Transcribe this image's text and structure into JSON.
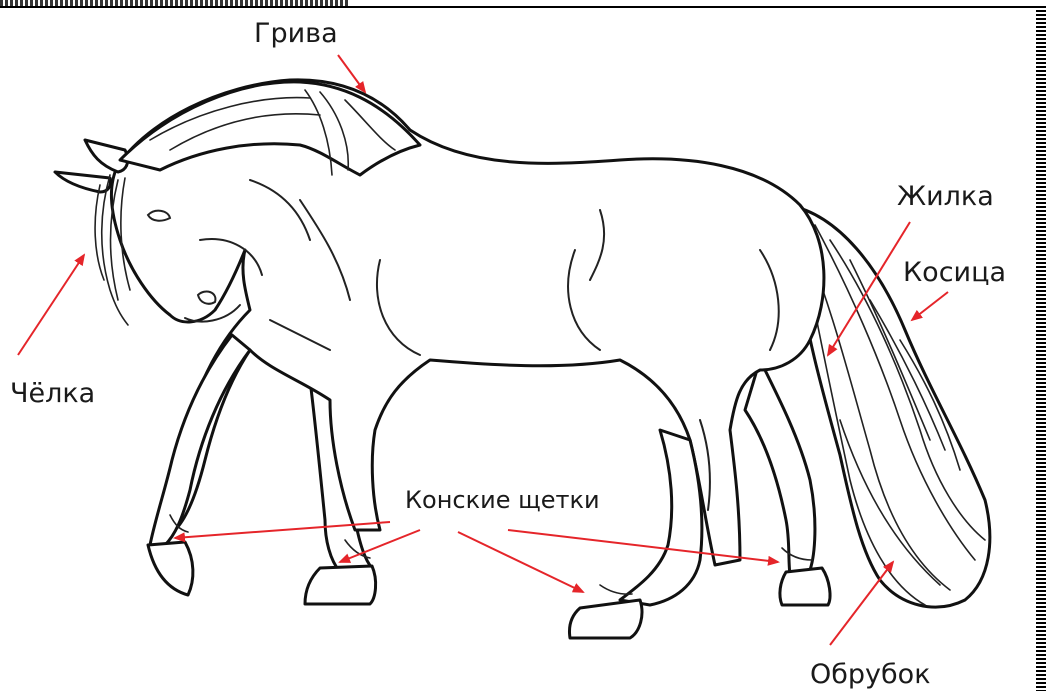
{
  "diagram": {
    "labels": {
      "mane": "Грива",
      "forelock": "Чёлка",
      "tail_dock": "Жилка",
      "tail_hair": "Косица",
      "fetlock_tufts": "Конские щетки",
      "tail_end": "Обрубок"
    },
    "colors": {
      "arrow": "#e5252a",
      "outline": "#111111",
      "background": "#ffffff"
    }
  }
}
